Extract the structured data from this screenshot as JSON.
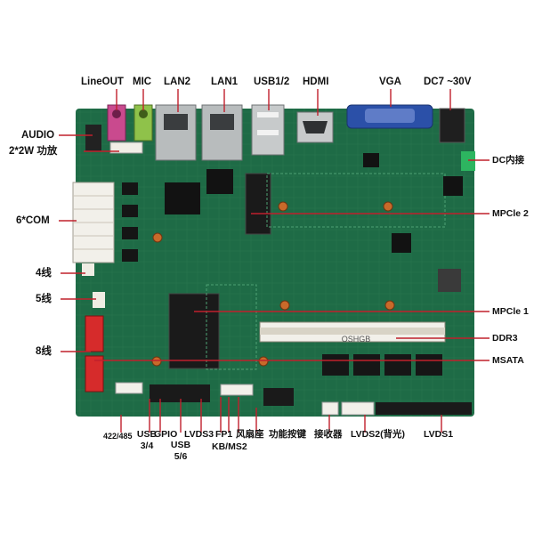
{
  "labels": {
    "lineout": "LineOUT",
    "mic": "MIC",
    "lan2": "LAN2",
    "lan1": "LAN1",
    "usb12": "USB1/2",
    "hdmi": "HDMI",
    "vga": "VGA",
    "dc": "DC7 ~30V",
    "audio": "AUDIO",
    "amp": "2*2W 功放",
    "dc_internal": "DC内接",
    "com": "6*COM",
    "mpcie2": "MPCle 2",
    "wire4": "4线",
    "wire5": "5线",
    "mpcie1": "MPCle 1",
    "ddr3": "DDR3",
    "wire8": "8线",
    "msata": "MSATA",
    "rs422": "422/485",
    "usb34_a": "USB",
    "usb34_b": "3/4",
    "gpio": "GPIO",
    "usb56_a": "USB",
    "usb56_b": "5/6",
    "lvds3": "LVDS3",
    "fp1": "FP1",
    "kbms2": "KB/MS2",
    "fan": "风扇座",
    "func_keys": "功能按键",
    "ir": "接收器",
    "lvds2": "LVDS2(背光)",
    "lvds1": "LVDS1"
  },
  "silkscreen": {
    "ddr_marking": "OSHGB"
  },
  "colors": {
    "pcb": "#1e6b46",
    "pcb_light": "#3d8a5c",
    "line": "#c0202c",
    "label": "#111111"
  }
}
